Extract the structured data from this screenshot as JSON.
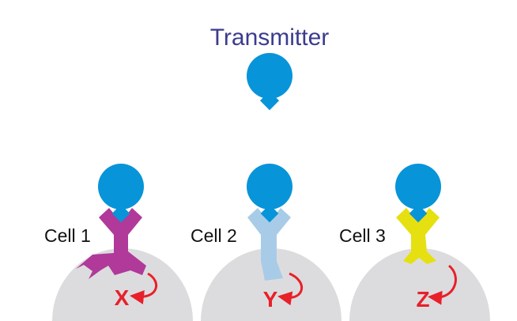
{
  "title": "Transmitter",
  "colors": {
    "transmitter": "#0894d8",
    "cell_body": "#dcdcde",
    "arrow": "#e8202a",
    "title": "#3b3b8f"
  },
  "cells": [
    {
      "label": "Cell 1",
      "effect": "X",
      "receptor_color": "#b0399a"
    },
    {
      "label": "Cell 2",
      "effect": "Y",
      "receptor_color": "#a8cce8"
    },
    {
      "label": "Cell 3",
      "effect": "Z",
      "receptor_color": "#e6e010"
    }
  ]
}
